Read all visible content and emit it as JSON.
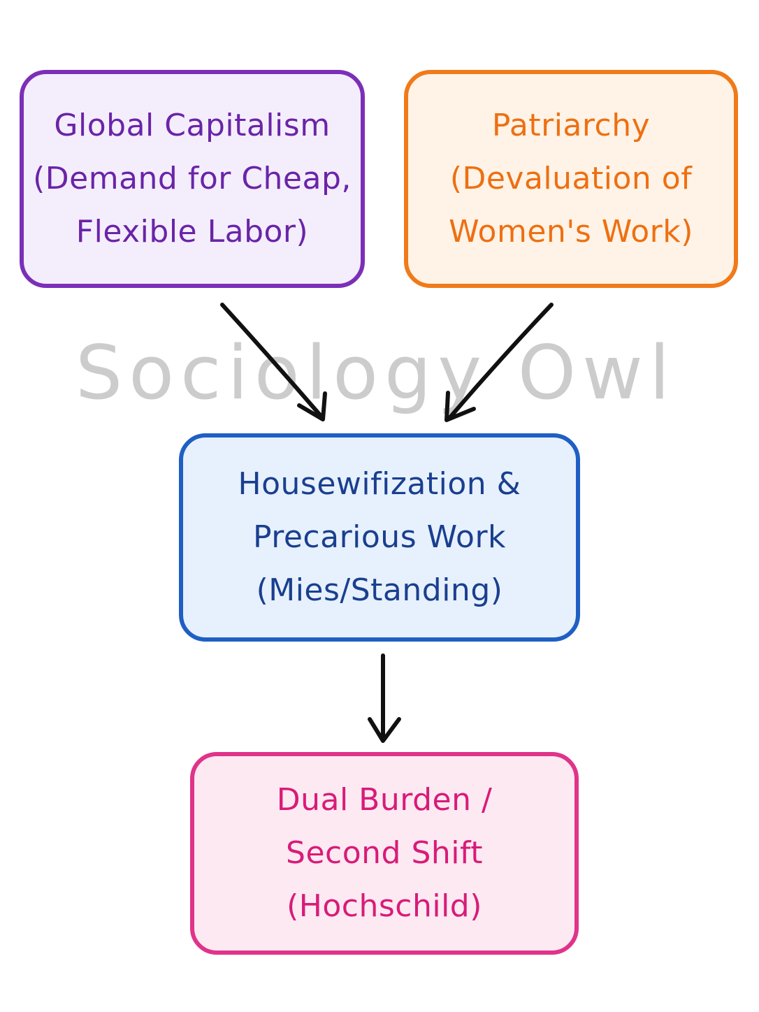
{
  "nodes": {
    "capitalism": {
      "lines": [
        "Global Capitalism",
        "(Demand for Cheap,",
        "Flexible Labor)"
      ],
      "border_color": "#7b2fb8",
      "fill_color": "#f4eefc",
      "text_color": "#6a24a8"
    },
    "patriarchy": {
      "lines": [
        "Patriarchy",
        "(Devaluation of",
        "Women's Work)"
      ],
      "border_color": "#f07a1a",
      "fill_color": "#fef3e6",
      "text_color": "#ee6f12"
    },
    "housewifization": {
      "lines": [
        "Housewifization &",
        "Precarious Work",
        "(Mies/Standing)"
      ],
      "border_color": "#1f5fc4",
      "fill_color": "#e7f1fd",
      "text_color": "#1a3f8f"
    },
    "dual_burden": {
      "lines": [
        "Dual Burden /",
        "Second Shift",
        "(Hochschild)"
      ],
      "border_color": "#e0338a",
      "fill_color": "#fce9f2",
      "text_color": "#d81b78"
    }
  },
  "watermark": "Sociology Owl",
  "arrow_color": "#111111"
}
